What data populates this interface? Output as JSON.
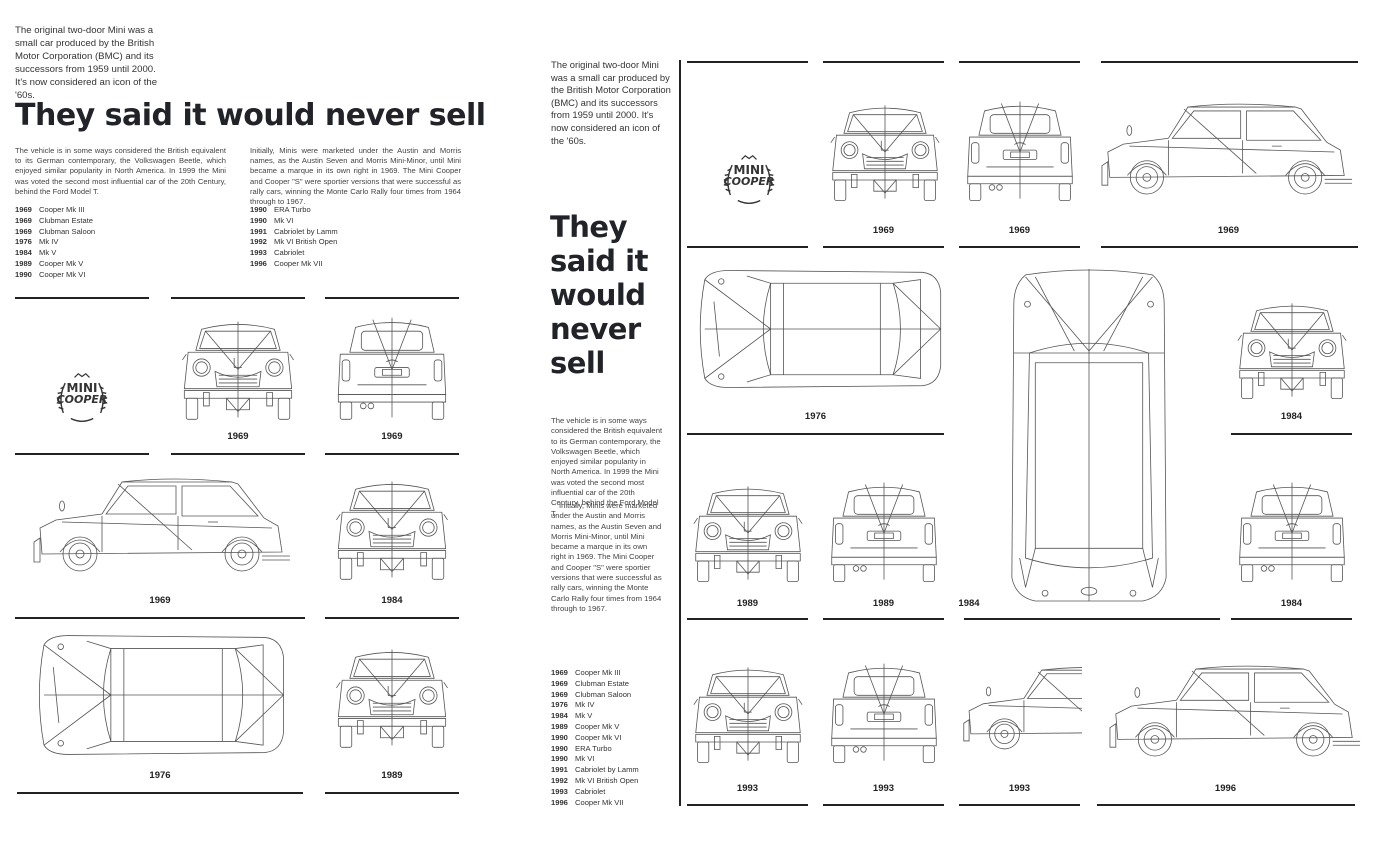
{
  "intro_text": "The original two-door Mini was a small car produced by the British Motor Corporation (BMC) and its successors from 1959 until 2000. It's now considered an icon of the '60s.",
  "headline": "They said it would never sell",
  "body_paragraph_1": "The vehicle is in some ways considered the British equivalent to its German contemporary, the Volkswagen Beetle, which enjoyed similar popularity in North America. In 1999 the Mini was voted the second most influential car of the 20th Century, behind the Ford Model T.",
  "body_paragraph_2": "Initially, Minis were marketed under the Austin and Morris names, as the Austin Seven and Morris Mini-Minor, until Mini became a marque in its own right in 1969. The Mini Cooper and Cooper \"S\" were sportier versions that were successful as rally cars, winning the Monte Carlo Rally four times from 1964 through to 1967.",
  "logo": {
    "line1": "MINI",
    "line2": "COOPER"
  },
  "timeline": [
    {
      "year": "1969",
      "model": "Cooper Mk III"
    },
    {
      "year": "1969",
      "model": "Clubman Estate"
    },
    {
      "year": "1969",
      "model": "Clubman Saloon"
    },
    {
      "year": "1976",
      "model": "Mk IV"
    },
    {
      "year": "1984",
      "model": "Mk V"
    },
    {
      "year": "1989",
      "model": "Cooper Mk V"
    },
    {
      "year": "1990",
      "model": "Cooper Mk VI"
    },
    {
      "year": "1990",
      "model": "ERA Turbo"
    },
    {
      "year": "1990",
      "model": "Mk VI"
    },
    {
      "year": "1991",
      "model": "Cabriolet by Lamm"
    },
    {
      "year": "1992",
      "model": "Mk VI British Open"
    },
    {
      "year": "1993",
      "model": "Cabriolet"
    },
    {
      "year": "1996",
      "model": "Cooper Mk VII"
    }
  ],
  "left_layout": {
    "captions": [
      "1969",
      "1969",
      "1969",
      "1984",
      "1976",
      "1989"
    ]
  },
  "right_layout": {
    "captions": [
      "1969",
      "1969",
      "1969",
      "1976",
      "1984",
      "1989",
      "1989",
      "1984",
      "1984",
      "1993",
      "1993",
      "1993",
      "1996"
    ]
  },
  "colors": {
    "ink": "#222328",
    "line": "#222222",
    "drawing": "#555555"
  }
}
